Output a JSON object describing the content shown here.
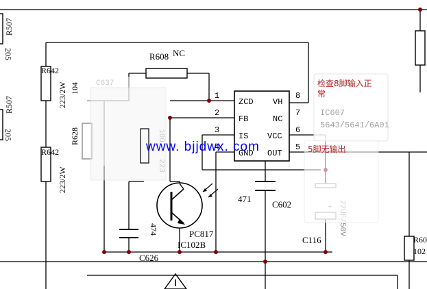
{
  "watermark": "www. bjjdwx. com",
  "ic": {
    "pins_left": [
      {
        "num": "1",
        "name": "ZCD"
      },
      {
        "num": "2",
        "name": "FB"
      },
      {
        "num": "3",
        "name": "IS"
      },
      {
        "num": "4",
        "name": "GND"
      }
    ],
    "pins_right": [
      {
        "num": "8",
        "name": "VH"
      },
      {
        "num": "7",
        "name": "NC"
      },
      {
        "num": "6",
        "name": "VCC"
      },
      {
        "num": "5",
        "name": "OUT"
      }
    ],
    "ref": "IC607",
    "part": "5643/5641/6A01"
  },
  "components": {
    "r608": {
      "ref": "R608",
      "value": "NC"
    },
    "r642_top": {
      "ref": "R642",
      "value": "223/2W"
    },
    "r642_bot": {
      "ref": "R642",
      "value": "223/2W"
    },
    "r628": {
      "ref": "R628",
      "value": "104"
    },
    "r507_top": {
      "ref": "R507",
      "value": "205"
    },
    "r507_bot": {
      "ref": "R507",
      "value": "205"
    },
    "c602": {
      "ref": "C602",
      "value": "471"
    },
    "c626": {
      "ref": "C626",
      "value": "474"
    },
    "c116": {
      "ref": "C116",
      "value": "22UF/50V"
    },
    "opto": {
      "ref": "PC817",
      "ic": "IC102B"
    },
    "r60x": {
      "ref": "R60",
      "value": "102"
    },
    "ghost_c637": "C637",
    "ghost_223": "223",
    "ghost_100": "100"
  },
  "notes": {
    "pin8_normal": "检查8脚输入正常",
    "pin5_no_output": "5脚无输出"
  },
  "colors": {
    "wire": "#000000",
    "watermark": "#0000ff",
    "note_text": "#b22222",
    "ghost": "#c8c8c8",
    "junction": "#800000"
  }
}
